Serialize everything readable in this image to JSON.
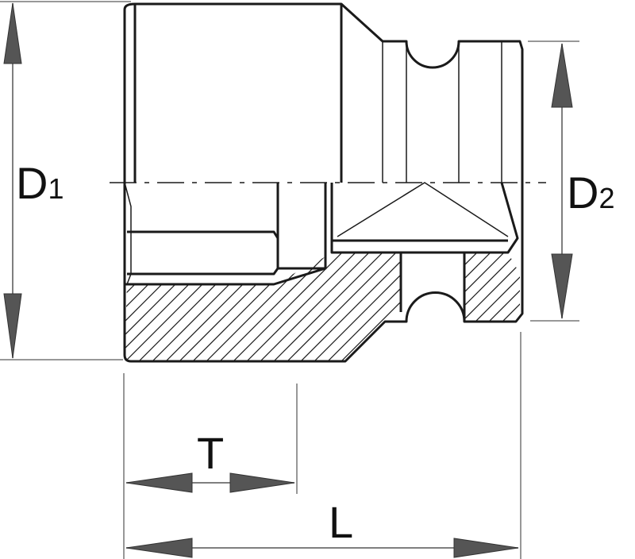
{
  "dimensions": {
    "d1": {
      "letter": "D",
      "subscript": "1"
    },
    "d2": {
      "letter": "D",
      "subscript": "2"
    },
    "t": {
      "letter": "T"
    },
    "l": {
      "letter": "L"
    }
  },
  "colors": {
    "outline": "#1a1a1a",
    "arrow_fill": "#555555",
    "background": "#ffffff"
  }
}
